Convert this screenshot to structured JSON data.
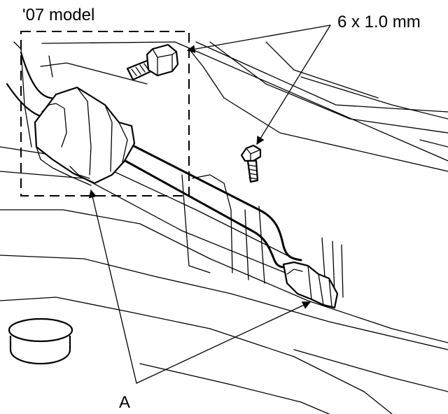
{
  "labels": {
    "model_note": "'07 model",
    "bolt_spec": "6 x 1.0 mm",
    "part_a": "A"
  }
}
